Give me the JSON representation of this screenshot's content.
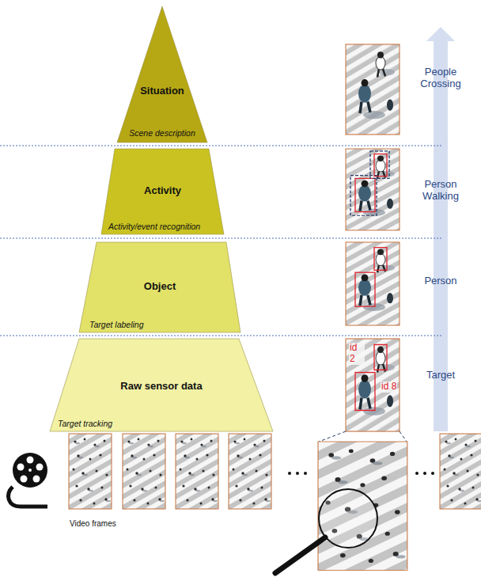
{
  "diagram": {
    "nodes": [
      {
        "text": [
          "Situation",
          "Scene description"
        ]
      },
      {
        "text": [
          "Activity",
          "Activity/event recognition"
        ]
      },
      {
        "text": [
          "Object",
          "Target labeling"
        ]
      },
      {
        "text": [
          "Raw sensor data",
          "Target tracking"
        ]
      }
    ],
    "labels": [
      "People Crossing",
      "Person Walking",
      "Person",
      "Target",
      "id 2",
      "id 8",
      "Video frames"
    ]
  }
}
